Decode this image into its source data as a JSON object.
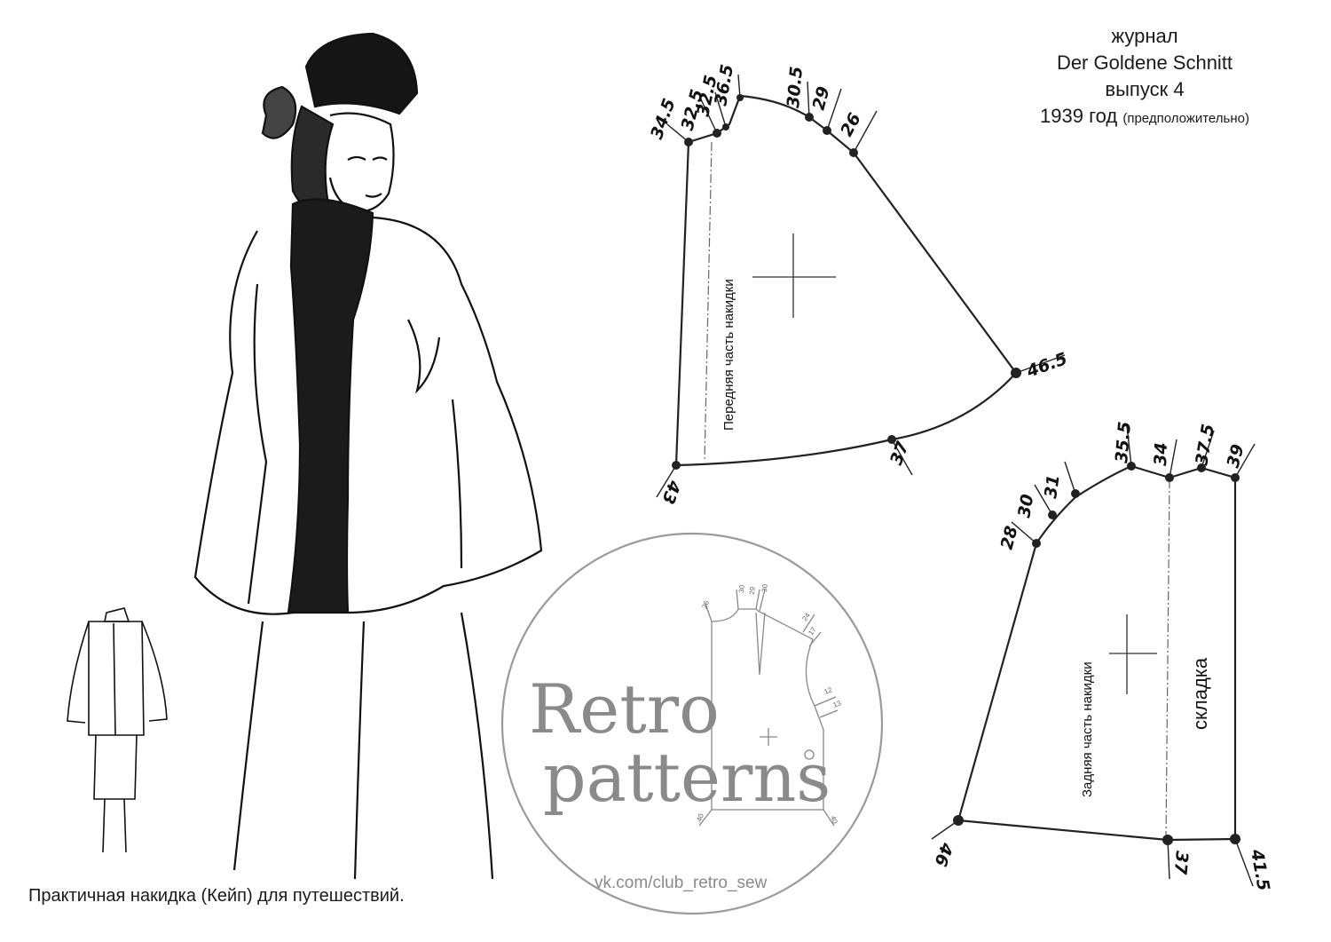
{
  "header": {
    "line1": "журнал",
    "line2": "Der Goldene Schnitt",
    "line3": "выпуск 4",
    "year": "1939 год",
    "note": "(предположительно)"
  },
  "caption": "Практичная накидка (Кейп) для путешествий.",
  "front_piece": {
    "label": "Передняя часть накидки",
    "measurements": [
      "34.5",
      "32.5",
      "32.5",
      "36.5",
      "30.5",
      "29",
      "26",
      "46.5",
      "37",
      "43"
    ]
  },
  "back_piece": {
    "label": "Задняя часть накидки",
    "fold_label": "складка",
    "measurements": [
      "28",
      "30",
      "31",
      "35.5",
      "34",
      "37.5",
      "39",
      "46",
      "37",
      "41.5"
    ]
  },
  "watermark": {
    "title_line1": "Retro",
    "title_line2": "patterns",
    "url": "vk.com/club_retro_sew",
    "mini_labels": [
      "26",
      "30",
      "29",
      "30",
      "24",
      "17",
      "12",
      "13",
      "40",
      "40"
    ]
  },
  "colors": {
    "ink": "#1a1a1a",
    "watermark": "#8a8a8a"
  }
}
